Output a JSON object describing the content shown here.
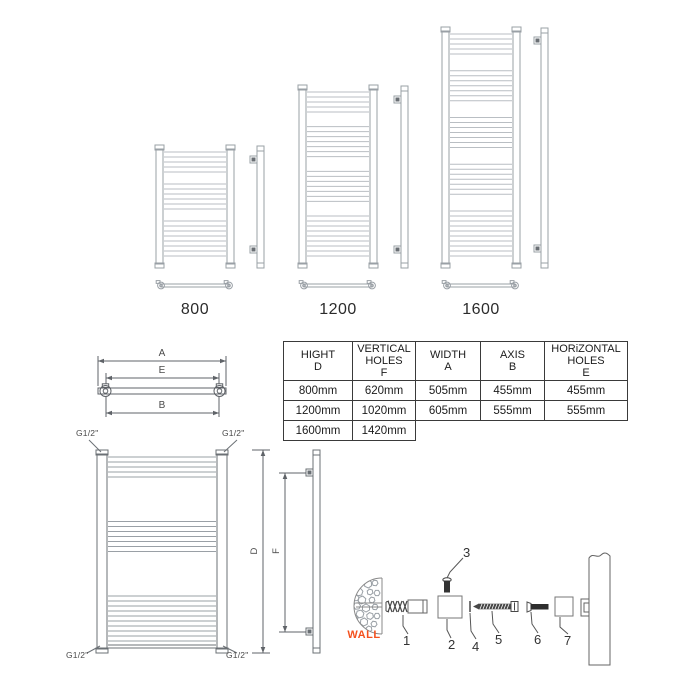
{
  "sizes": [
    {
      "label": "800"
    },
    {
      "label": "1200"
    },
    {
      "label": "1600"
    }
  ],
  "spec_table": {
    "headers": [
      "HIGHT\nD",
      "VERTICAL\nHOLES\nF",
      "WIDTH\nA",
      "AXIS\nB",
      "HORiZONTAL\nHOLES\nE"
    ],
    "rows": [
      [
        "800mm",
        "620mm",
        "505mm",
        "455mm",
        "455mm"
      ],
      [
        "1200mm",
        "1020mm",
        "605mm",
        "555mm",
        "555mm"
      ],
      [
        "1600mm",
        "1420mm"
      ]
    ]
  },
  "top_view": {
    "width_label": "A",
    "horizontal_holes_label": "E",
    "axis_label": "B"
  },
  "detail": {
    "connection_label": "G1/2\"",
    "height_label": "D",
    "vertical_holes_label": "F"
  },
  "installation": {
    "wall_label": "WALL",
    "wall_color": "#f4511e",
    "part_numbers": [
      "1",
      "2",
      "3",
      "4",
      "5",
      "6",
      "7"
    ]
  }
}
